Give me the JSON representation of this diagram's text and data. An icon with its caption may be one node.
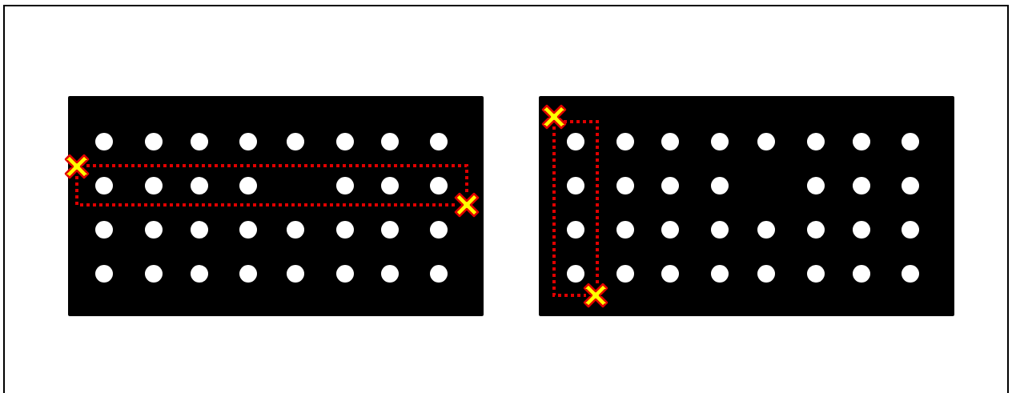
{
  "diagram": {
    "nodes": [
      {
        "text": [],
        "shape": "board"
      },
      {
        "text": [],
        "shape": "cross",
        "in": 0
      },
      {
        "text": [],
        "shape": "cross",
        "in": 0
      },
      {
        "text": [],
        "shape": "board"
      },
      {
        "text": [],
        "shape": "cross",
        "in": 3
      },
      {
        "text": [],
        "shape": "cross",
        "in": 3
      }
    ],
    "edges": [
      {
        "from": 1,
        "to": 2,
        "arrow": "none",
        "style": "dashed",
        "color": "#e00000"
      },
      {
        "from": 1,
        "to": 2,
        "arrow": "none",
        "style": "dashed",
        "color": "#e00000"
      },
      {
        "from": 4,
        "to": 5,
        "arrow": "none",
        "style": "dashed",
        "color": "#e00000"
      },
      {
        "from": 4,
        "to": 5,
        "arrow": "none",
        "style": "dashed",
        "color": "#e00000"
      }
    ]
  }
}
